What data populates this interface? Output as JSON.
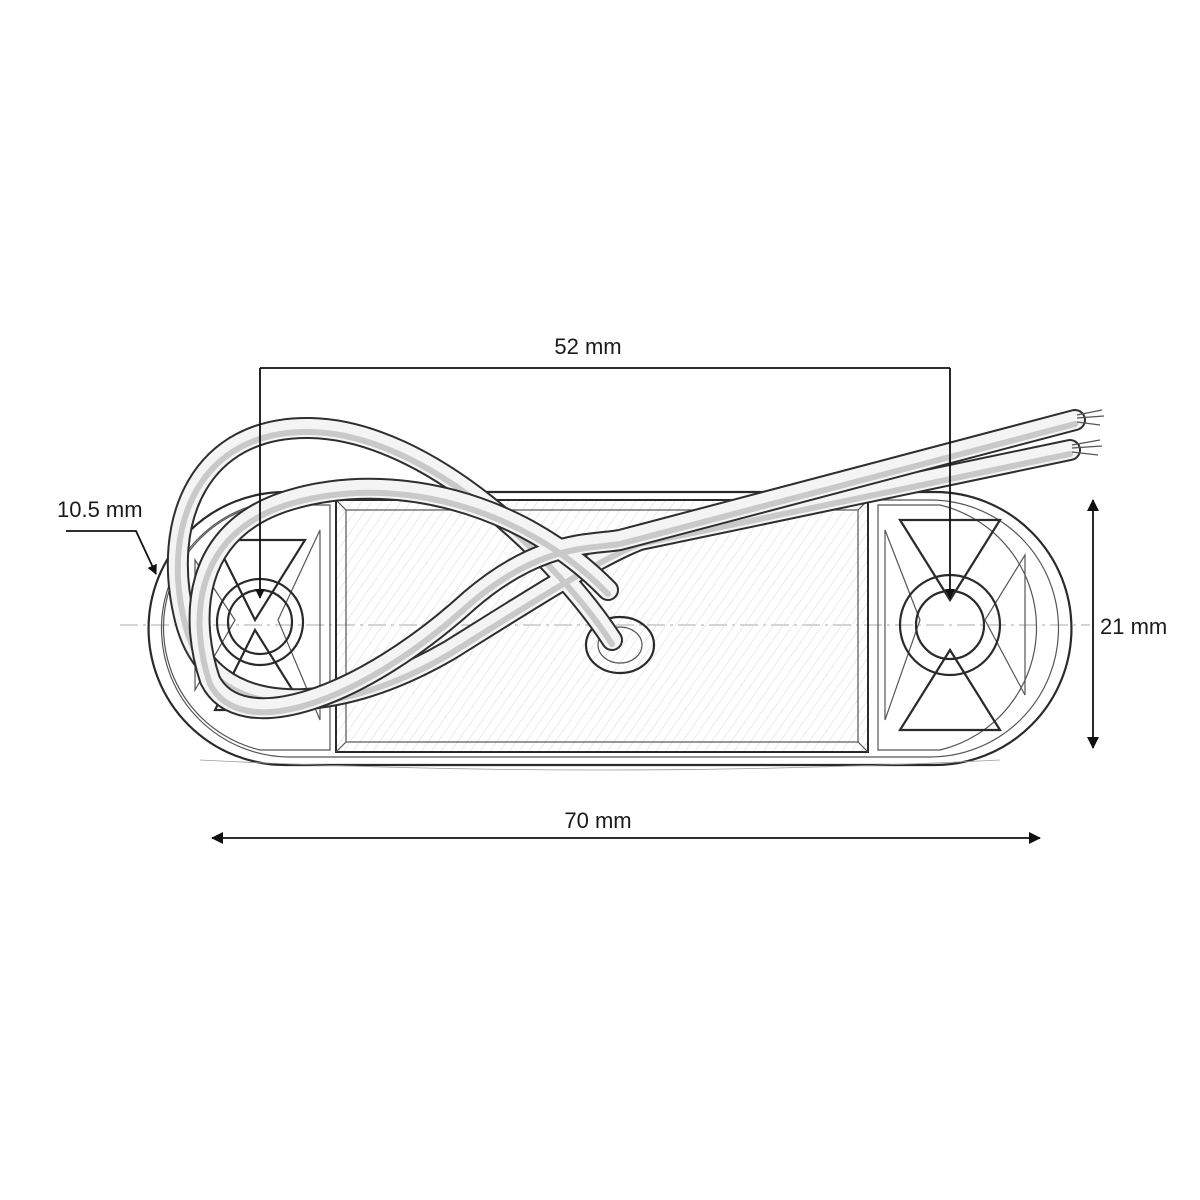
{
  "dimensions": {
    "hole_spacing": "52 mm",
    "overall_length": "70 mm",
    "height": "21 mm",
    "end_radius": "10.5 mm"
  },
  "colors": {
    "line": "#2a2a2a",
    "background": "#ffffff"
  }
}
